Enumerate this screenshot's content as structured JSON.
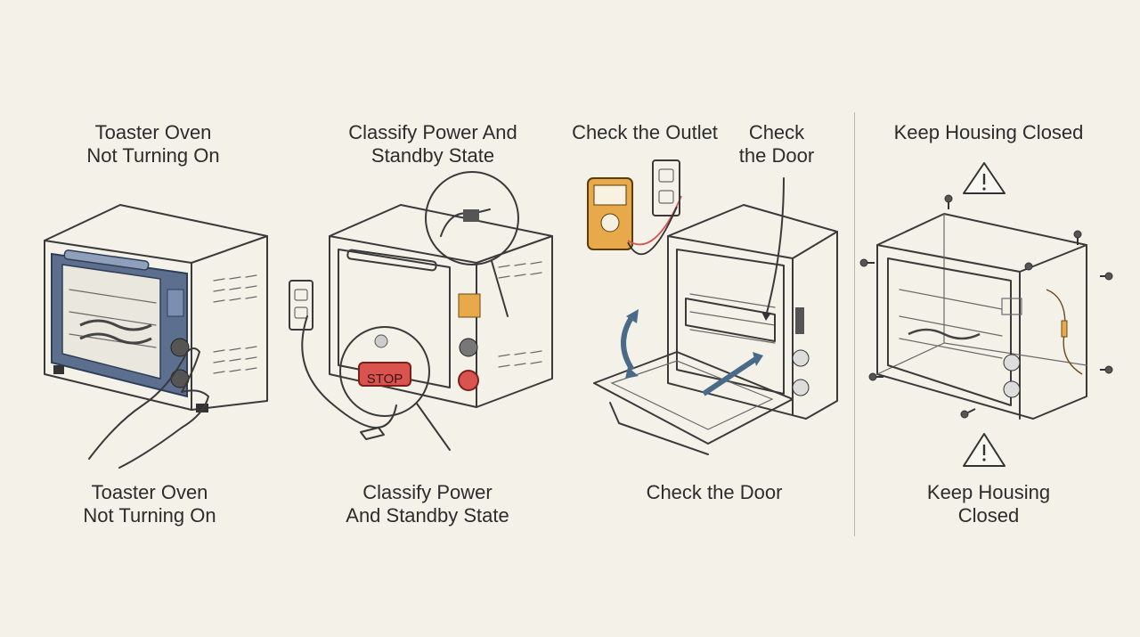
{
  "panels": [
    {
      "top_label": [
        "Toaster Oven",
        "Not Turning On"
      ],
      "bottom_label": [
        "Toaster Oven",
        "Not Turning On"
      ]
    },
    {
      "top_label": [
        "Classify Power And",
        "Standby State"
      ],
      "bottom_label": [
        "Classify Power",
        "And Standby State"
      ],
      "stop_text": "STOP"
    },
    {
      "top_label_left": "Check the Outlet",
      "top_label_right": [
        "Check",
        "the Door"
      ],
      "bottom_label": "Check the Door"
    },
    {
      "top_label": "Keep Housing Closed",
      "bottom_label": [
        "Keep Housing",
        "Closed"
      ]
    }
  ],
  "colors": {
    "background": "#f3f1e8",
    "oven_blue": "#5c6f8f",
    "stop_red": "#d9534f",
    "display_orange": "#e8a94a",
    "arrow_blue": "#4a6a8a"
  }
}
